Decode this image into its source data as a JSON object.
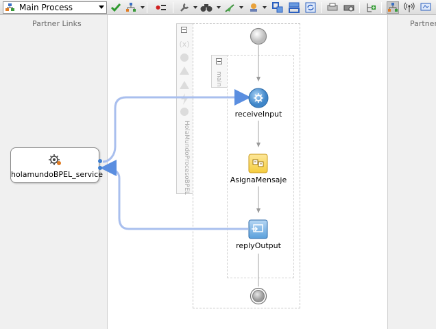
{
  "toolbar": {
    "process_select": "Main Process"
  },
  "panels": {
    "left_title": "Partner Links",
    "right_title": "Partner Links"
  },
  "process": {
    "name": "HolaMundoProcesoBPEL",
    "sequence": "main",
    "partner_link": "holamundoBPEL_service",
    "activities": [
      {
        "label": "receiveInput"
      },
      {
        "label": "AsignaMensaje"
      },
      {
        "label": "replyOutput"
      }
    ]
  },
  "colors": {
    "link_line": "#a9bfee",
    "receive": "#3f86c9",
    "assign": "#f5cd3e",
    "reply": "#5aa0dc"
  }
}
